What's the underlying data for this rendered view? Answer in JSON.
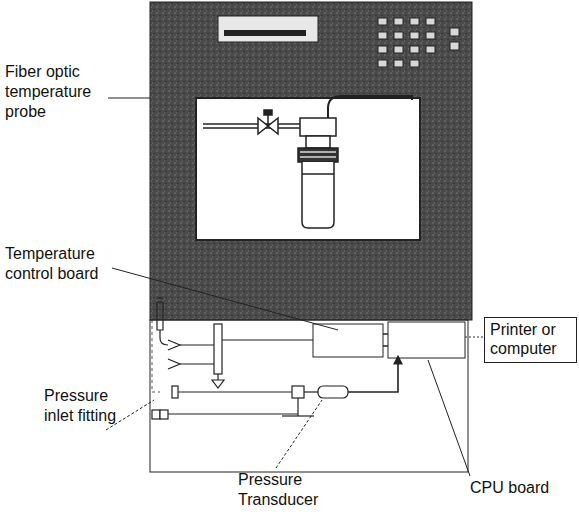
{
  "diagram": {
    "nodes": [
      {
        "text": [
          "Printer or computer"
        ]
      }
    ],
    "labels": [
      "Fiber optic temperature probe",
      "Temperature control board",
      "Pressure inlet fitting",
      "Pressure Transducer",
      "CPU board"
    ]
  }
}
